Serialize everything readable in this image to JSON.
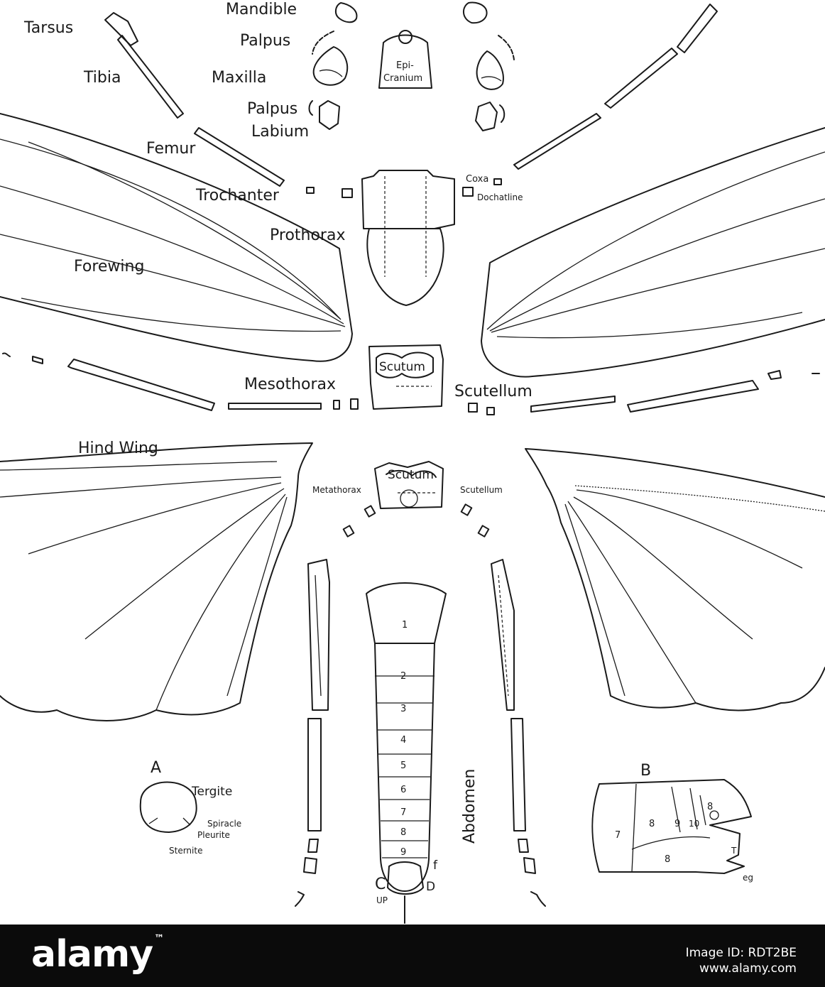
{
  "diagram": {
    "labels": {
      "mandible": "Mandible",
      "tarsus": "Tarsus",
      "palpus_upper": "Palpus",
      "tibia": "Tibia",
      "maxilla": "Maxilla",
      "epicranium_1": "Epi-",
      "epicranium_2": "Cranium",
      "palpus_lower": "Palpus",
      "labium": "Labium",
      "femur": "Femur",
      "coxa": "Coxa",
      "trochanter": "Trochanter",
      "dochatline": "Dochatline",
      "prothorax": "Prothorax",
      "forewing": "Forewing",
      "scutum_meso": "Scutum",
      "mesothorax": "Mesothorax",
      "scutellum_meso": "Scutellum",
      "hind_wing": "Hind Wing",
      "scutum_meta": "Scutum",
      "metathorax": "Metathorax",
      "scutellum_meta": "Scutellum",
      "abdomen": "Abdomen",
      "fig_a": "A",
      "tergite": "Tergite",
      "spiracle": "Spiracle",
      "pleurite": "Pleurite",
      "sternite": "Sternite",
      "fig_b": "B",
      "f": "f",
      "c": "C",
      "d": "D",
      "up": "UP",
      "eg": "eg",
      "t": "T"
    },
    "abdomen_segments": [
      "1",
      "2",
      "3",
      "4",
      "5",
      "6",
      "7",
      "8",
      "9"
    ],
    "fig_b_segments": [
      "7",
      "8",
      "9",
      "10",
      "8",
      "8"
    ]
  },
  "footer": {
    "brand": "alamy",
    "image_id": "Image ID: RDT2BE",
    "url": "www.alamy.com",
    "bg_color": "#0b0b0b",
    "text_color": "#ffffff"
  }
}
